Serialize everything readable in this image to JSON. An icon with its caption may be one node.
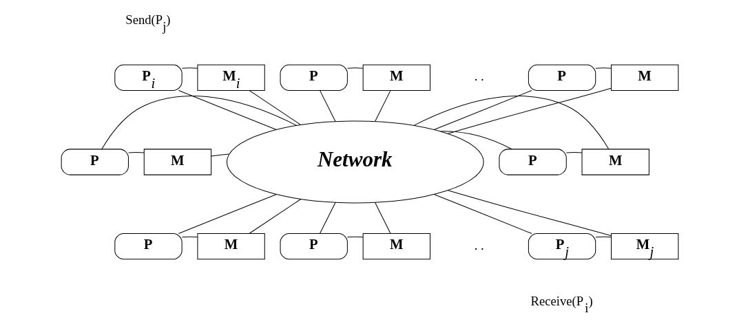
{
  "diagram": {
    "nodes": [
      {
        "text": [
          "Network"
        ]
      },
      {
        "text": [
          "P$_{i}$"
        ]
      },
      {
        "text": [
          "M$_{i}$"
        ]
      },
      {
        "text": [
          "P"
        ]
      },
      {
        "text": [
          "M"
        ]
      },
      {
        "text": [
          "P"
        ]
      },
      {
        "text": [
          "M"
        ]
      },
      {
        "text": [
          "P"
        ]
      },
      {
        "text": [
          "M"
        ]
      },
      {
        "text": [
          "P"
        ]
      },
      {
        "text": [
          "M"
        ]
      },
      {
        "text": [
          "P"
        ]
      },
      {
        "text": [
          "M"
        ]
      },
      {
        "text": [
          "P"
        ]
      },
      {
        "text": [
          "M"
        ]
      },
      {
        "text": [
          "P$_{j}$"
        ]
      },
      {
        "text": [
          "M$_{j}$"
        ]
      }
    ],
    "edges": [
      {
        "from": 1,
        "to": 2,
        "arrow": "none"
      },
      {
        "from": 1,
        "to": 0,
        "arrow": "none"
      },
      {
        "from": 2,
        "to": 0,
        "arrow": "none"
      },
      {
        "from": 3,
        "to": 4,
        "arrow": "none"
      },
      {
        "from": 3,
        "to": 0,
        "arrow": "none"
      },
      {
        "from": 4,
        "to": 0,
        "arrow": "none"
      },
      {
        "from": 5,
        "to": 6,
        "arrow": "none"
      },
      {
        "from": 5,
        "to": 0,
        "arrow": "none"
      },
      {
        "from": 6,
        "to": 0,
        "arrow": "none"
      },
      {
        "from": 7,
        "to": 8,
        "arrow": "none"
      },
      {
        "from": 7,
        "to": 0,
        "arrow": "none"
      },
      {
        "from": 8,
        "to": 0,
        "arrow": "none"
      },
      {
        "from": 9,
        "to": 10,
        "arrow": "none"
      },
      {
        "from": 9,
        "to": 0,
        "arrow": "none"
      },
      {
        "from": 10,
        "to": 0,
        "arrow": "none"
      },
      {
        "from": 11,
        "to": 12,
        "arrow": "none"
      },
      {
        "from": 11,
        "to": 0,
        "arrow": "none"
      },
      {
        "from": 12,
        "to": 0,
        "arrow": "none"
      },
      {
        "from": 13,
        "to": 14,
        "arrow": "none"
      },
      {
        "from": 13,
        "to": 0,
        "arrow": "none"
      },
      {
        "from": 14,
        "to": 0,
        "arrow": "none"
      },
      {
        "from": 15,
        "to": 16,
        "arrow": "none"
      },
      {
        "from": 15,
        "to": 0,
        "arrow": "none"
      },
      {
        "from": 16,
        "to": 0,
        "arrow": "none"
      }
    ],
    "labels": [
      "Send(P$_{j}$)",
      ". .",
      ". .",
      "Receive(P$_{i}$)"
    ]
  }
}
